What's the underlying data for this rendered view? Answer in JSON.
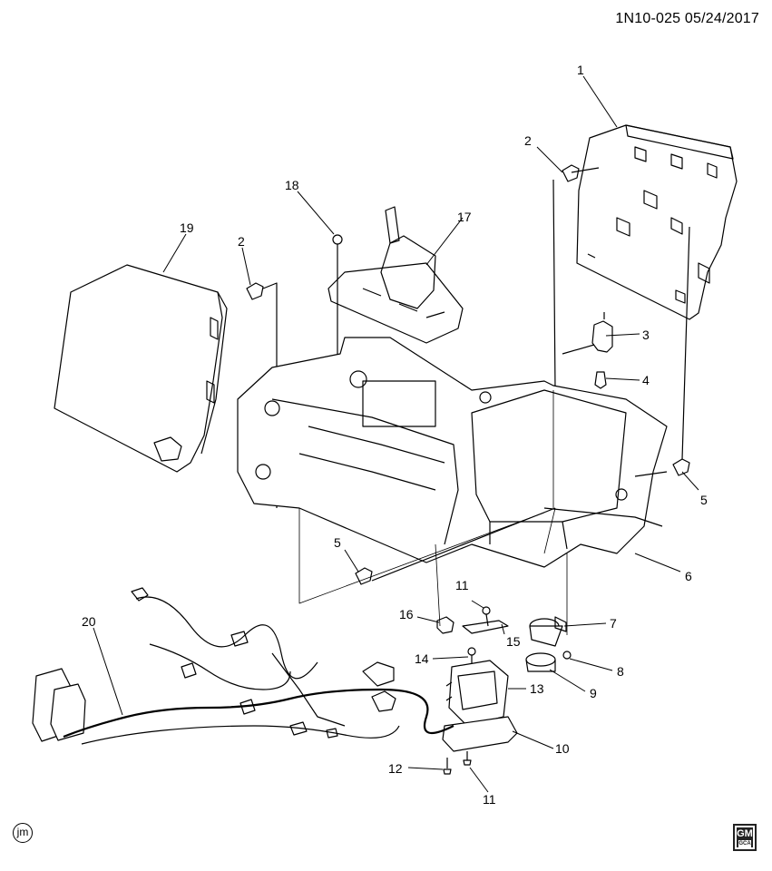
{
  "header": {
    "diagram_id": "1N10-025",
    "date": "05/24/2017"
  },
  "callouts": [
    "1",
    "2",
    "2",
    "3",
    "4",
    "5",
    "5",
    "6",
    "7",
    "8",
    "9",
    "10",
    "11",
    "11",
    "12",
    "13",
    "14",
    "15",
    "16",
    "17",
    "18",
    "19",
    "20"
  ],
  "footer": {
    "left_mark": "jm",
    "logo_text": "GM",
    "logo_sub": "GCA"
  }
}
